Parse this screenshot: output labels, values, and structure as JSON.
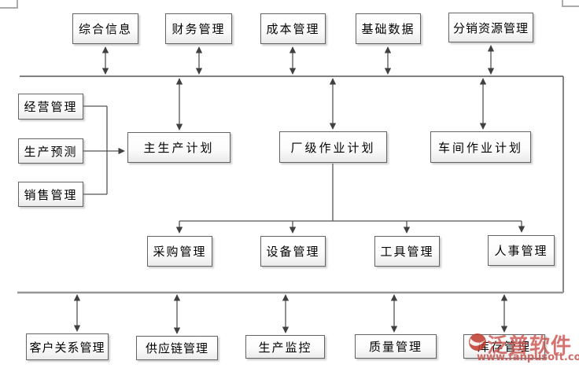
{
  "colors": {
    "box_border": "#646464",
    "connector_line": "#5a5a5a",
    "arrowhead": "#404040",
    "bus_top": "#7f7f7f",
    "bus_bottom": "#969696",
    "watermark_red": "#c9524e"
  },
  "diagram": {
    "top_row": [
      {
        "label": "综合信息"
      },
      {
        "label": "财务管理"
      },
      {
        "label": "成本管理"
      },
      {
        "label": "基础数据"
      },
      {
        "label": "分销资源管理"
      }
    ],
    "left_column": [
      {
        "label": "经营管理"
      },
      {
        "label": "生产预测"
      },
      {
        "label": "销售管理"
      }
    ],
    "plan_row": [
      {
        "label": "主生产计划"
      },
      {
        "label": "厂级作业计划"
      },
      {
        "label": "车间作业计划"
      }
    ],
    "support_row": [
      {
        "label": "采购管理"
      },
      {
        "label": "设备管理"
      },
      {
        "label": "工具管理"
      },
      {
        "label": "人事管理"
      }
    ],
    "bottom_row": [
      {
        "label": "客户关系管理"
      },
      {
        "label": "供应链管理"
      },
      {
        "label": "生产监控"
      },
      {
        "label": "质量管理"
      },
      {
        "label": "库存管理"
      }
    ]
  },
  "watermark": {
    "logo": "fanpu-logo-icon",
    "brand": "泛普软件",
    "url": "www.fanpusoft.com"
  }
}
